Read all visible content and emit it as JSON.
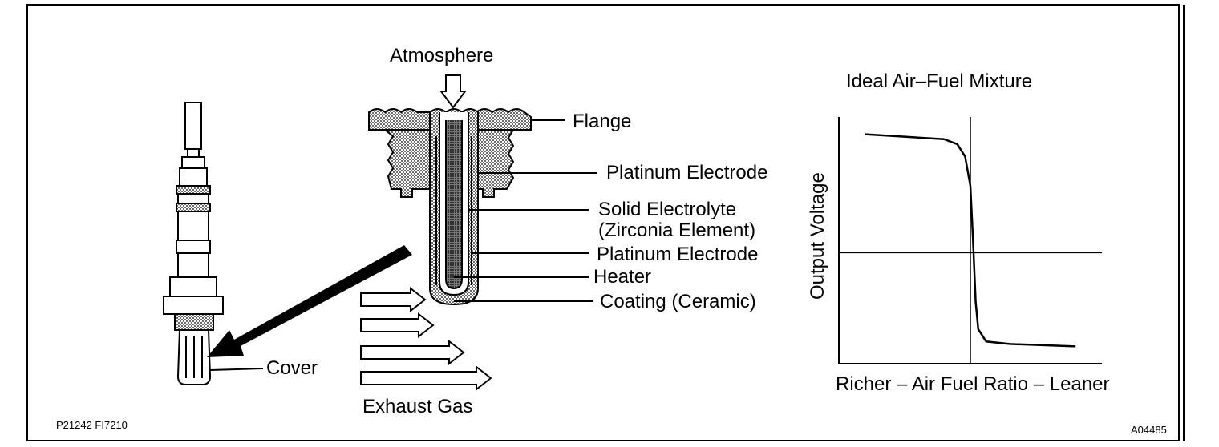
{
  "labels": {
    "atmosphere": "Atmosphere",
    "flange": "Flange",
    "platinum_electrode_top": "Platinum Electrode",
    "solid_electrolyte_1": "Solid Electrolyte",
    "solid_electrolyte_2": "(Zirconia Element)",
    "platinum_electrode_bottom": "Platinum Electrode",
    "heater": "Heater",
    "coating": "Coating (Ceramic)",
    "cover": "Cover",
    "exhaust_gas": "Exhaust Gas",
    "ref_left": "P21242  FI7210",
    "ref_right": "A04485"
  },
  "chart_data": {
    "type": "line",
    "title": "Ideal Air–Fuel Mixture",
    "xlabel": "Richer – Air Fuel Ratio – Leaner",
    "ylabel": "Output Voltage",
    "grid": false,
    "series": [
      {
        "values_description": "",
        "x": [
          0.1,
          0.4,
          0.45,
          0.48,
          0.5,
          0.51,
          0.52,
          0.53,
          0.56,
          0.65,
          0.9
        ],
        "y": [
          0.93,
          0.91,
          0.89,
          0.84,
          0.72,
          0.5,
          0.25,
          0.14,
          0.09,
          0.08,
          0.07
        ]
      }
    ],
    "xlim": [
      0,
      1
    ],
    "ylim": [
      0,
      1
    ],
    "vline_x": 0.5,
    "hline_y": 0.45
  }
}
